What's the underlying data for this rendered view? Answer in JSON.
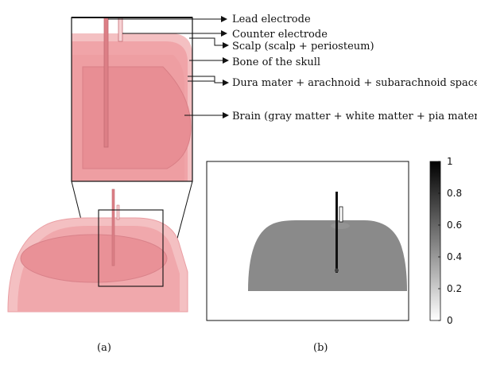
{
  "labels": {
    "lead_electrode": "Lead electrode",
    "counter_electrode": "Counter electrode",
    "scalp": "Scalp (scalp + periosteum)",
    "bone": "Bone of the skull",
    "dura": "Dura mater + arachnoid + subarachnoid space",
    "brain": "Brain (gray matter + white matter + pia mater)"
  },
  "panels": {
    "a": "(a)",
    "b": "(b)"
  },
  "colorbar": {
    "ticks": [
      "1",
      "0.8",
      "0.6",
      "0.4",
      "0.2",
      "0"
    ]
  },
  "colors": {
    "scalp": "#f2b3b5",
    "bone": "#f0a2a6",
    "dura": "#ec9da1",
    "brain": "#e78d93",
    "electrode": "#dd7d84",
    "plot_gray": "#8a8a8a"
  }
}
